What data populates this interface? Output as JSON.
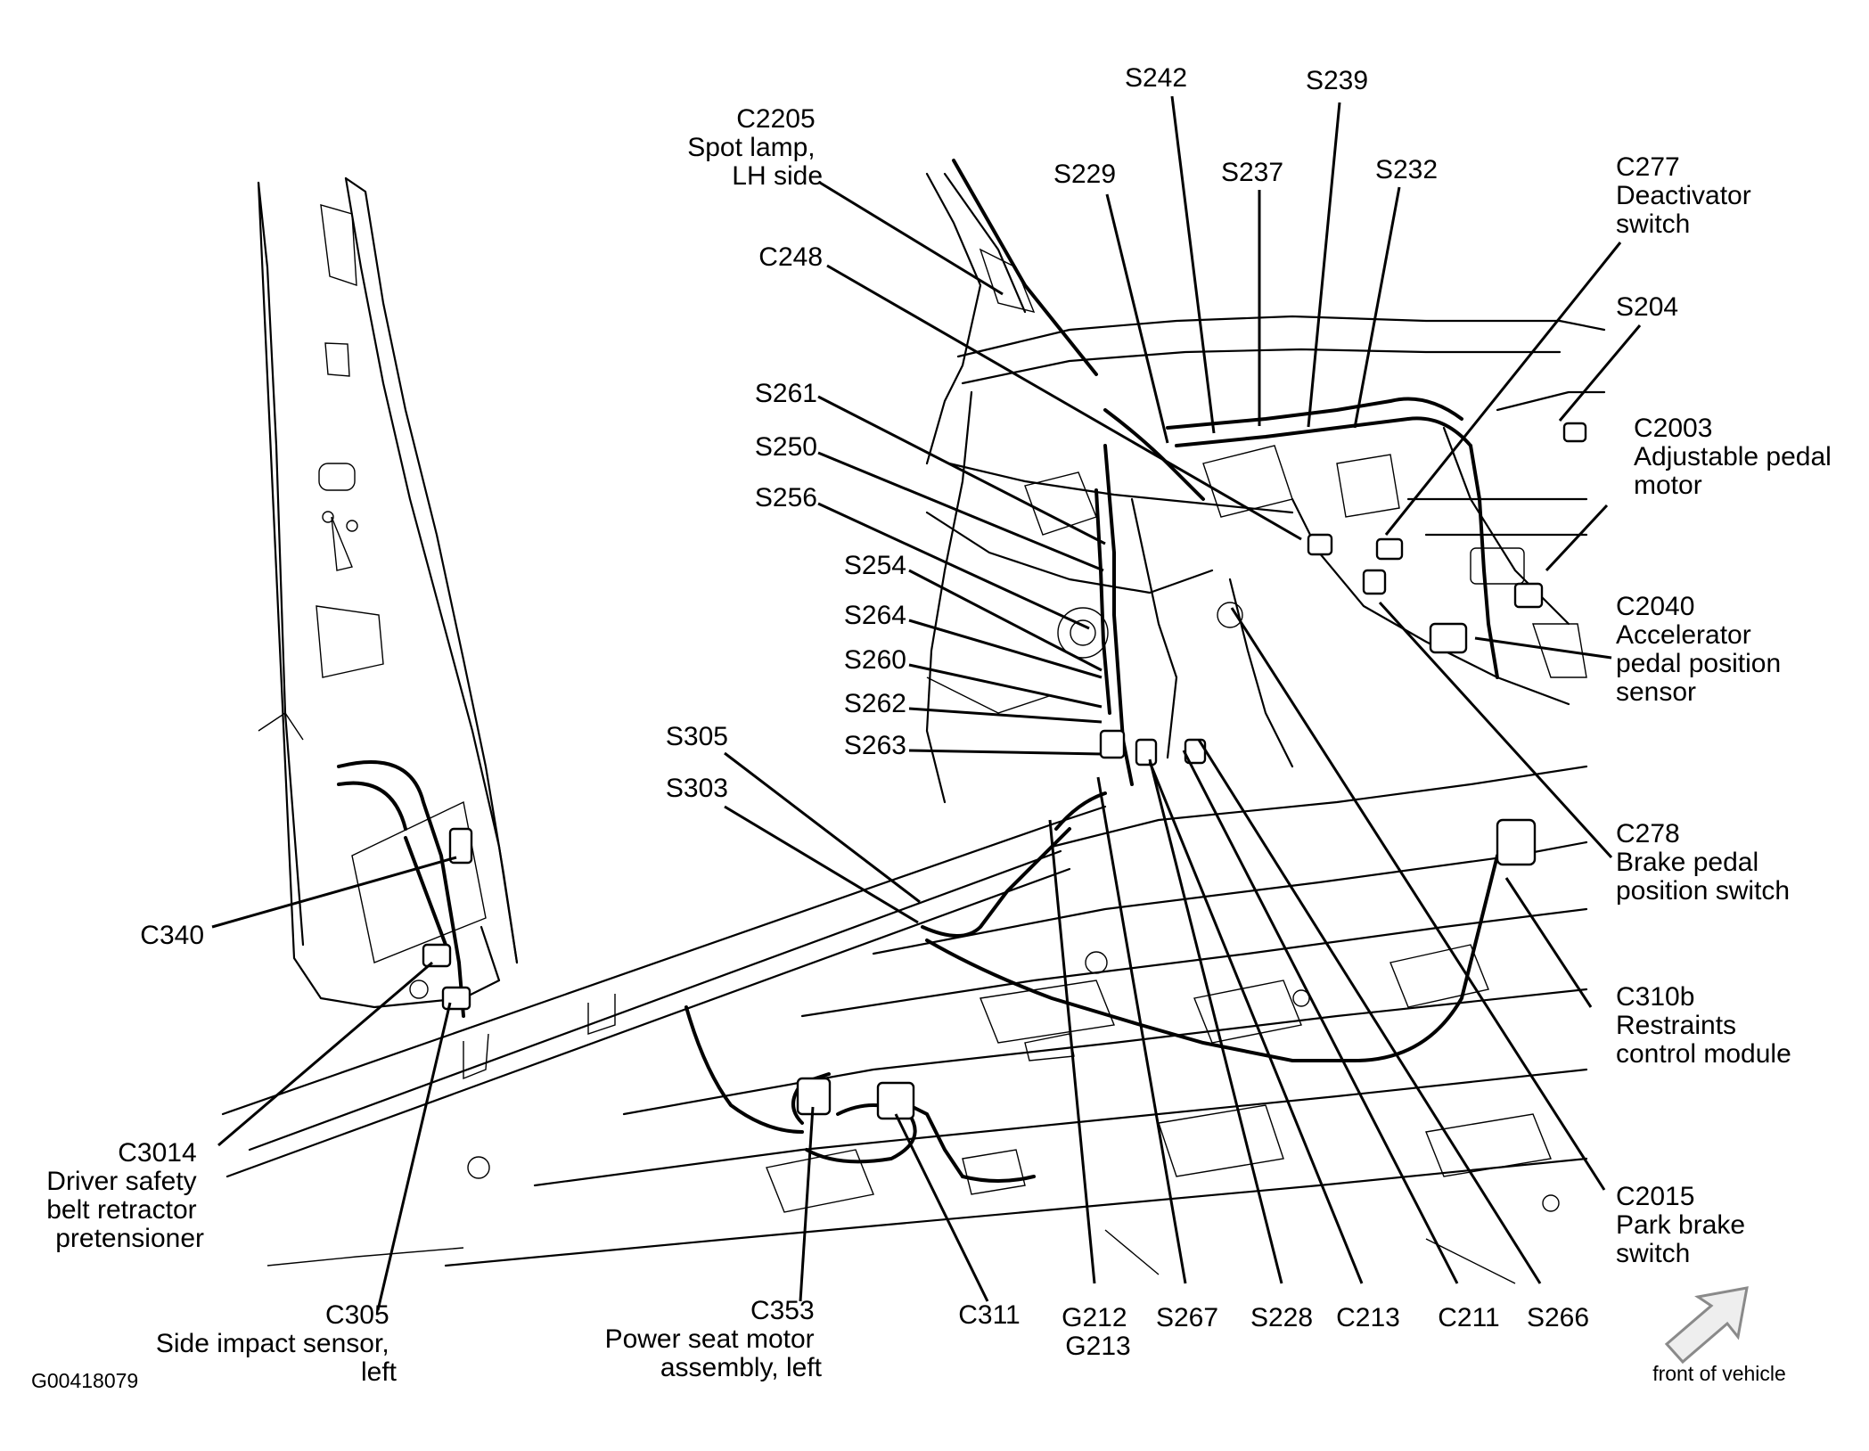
{
  "labels": {
    "c2205": [
      "C2205",
      "Spot lamp,",
      "LH side"
    ],
    "c248": [
      "C248"
    ],
    "s229": [
      "S229"
    ],
    "s242": [
      "S242"
    ],
    "s237": [
      "S237"
    ],
    "s239": [
      "S239"
    ],
    "s232": [
      "S232"
    ],
    "c277": [
      "C277",
      "Deactivator",
      "switch"
    ],
    "s204": [
      "S204"
    ],
    "c2003": [
      "C2003",
      "Adjustable pedal",
      "motor"
    ],
    "c2040": [
      "C2040",
      "Accelerator",
      "pedal position",
      "sensor"
    ],
    "c278": [
      "C278",
      "Brake pedal",
      "position switch"
    ],
    "c310b": [
      "C310b",
      "Restraints",
      "control module"
    ],
    "c2015": [
      "C2015",
      "Park brake",
      "switch"
    ],
    "s261": [
      "S261"
    ],
    "s250": [
      "S250"
    ],
    "s256": [
      "S256"
    ],
    "s254": [
      "S254"
    ],
    "s264": [
      "S264"
    ],
    "s260": [
      "S260"
    ],
    "s262": [
      "S262"
    ],
    "s263": [
      "S263"
    ],
    "s305": [
      "S305"
    ],
    "s303": [
      "S303"
    ],
    "c340": [
      "C340"
    ],
    "c3014": [
      "C3014",
      "Driver safety",
      "belt retractor",
      "pretensioner"
    ],
    "c305": [
      "C305",
      "Side impact sensor,",
      "left"
    ],
    "c353": [
      "C353",
      "Power seat motor",
      "assembly, left"
    ],
    "c311": [
      "C311"
    ],
    "g212": [
      "G212",
      "G213"
    ],
    "s267": [
      "S267"
    ],
    "s228": [
      "S228"
    ],
    "c213": [
      "C213"
    ],
    "c211": [
      "C211"
    ],
    "s266": [
      "S266"
    ]
  },
  "figure_id": "G00418079",
  "orientation": {
    "label": "front of vehicle",
    "icon": "front-of-vehicle-arrow-icon"
  }
}
